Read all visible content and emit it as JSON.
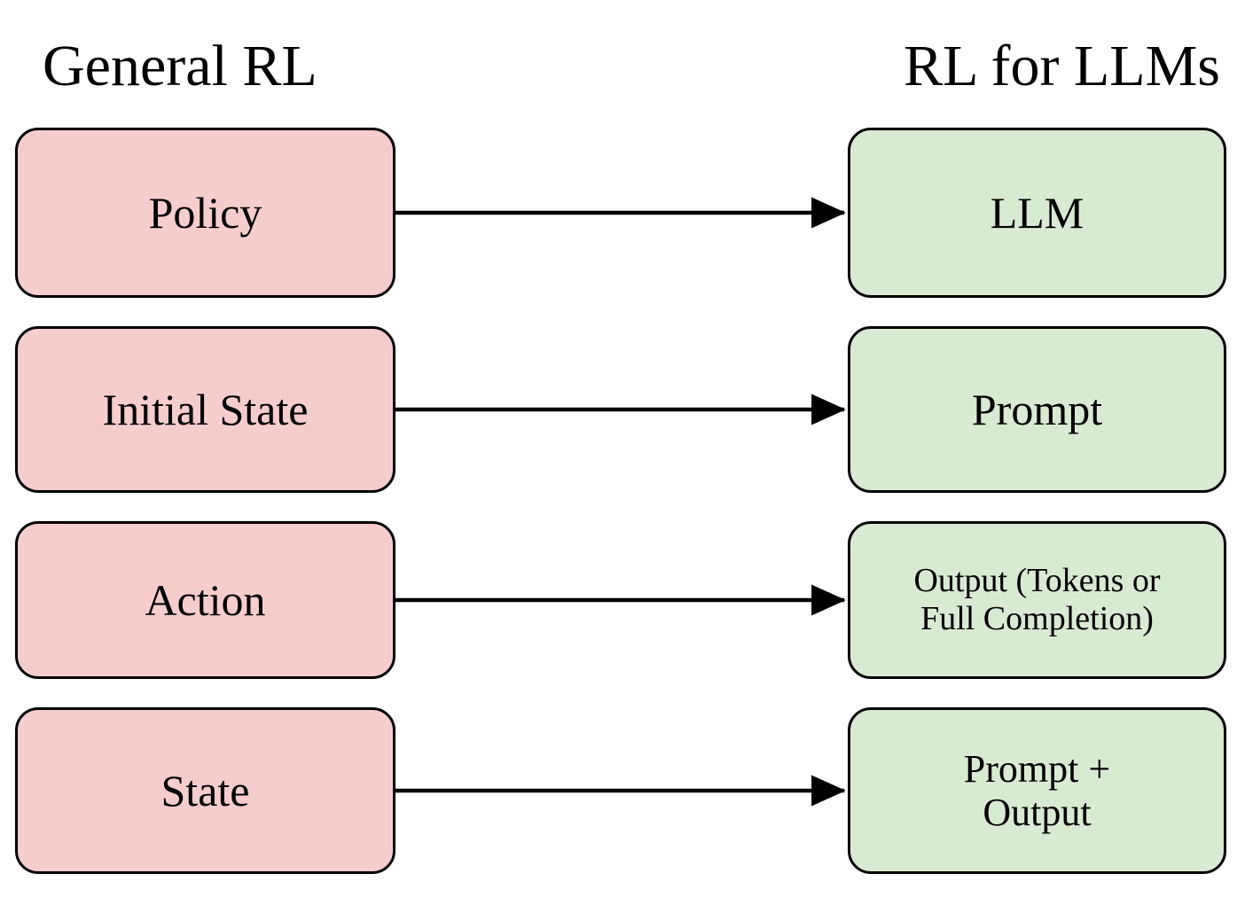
{
  "diagram": {
    "title_left": "General RL",
    "title_right": "RL for LLMs",
    "colors": {
      "left_fill": "#f6cdcd",
      "right_fill": "#d9ead3",
      "stroke": "#000000",
      "background": "#ffffff"
    },
    "rows": [
      {
        "left": {
          "label": "Policy"
        },
        "right": {
          "label": "LLM"
        },
        "arrow": {
          "from": "Policy",
          "to": "LLM"
        }
      },
      {
        "left": {
          "label": "Initial State"
        },
        "right": {
          "label": "Prompt"
        },
        "arrow": {
          "from": "Initial State",
          "to": "Prompt"
        }
      },
      {
        "left": {
          "label": "Action"
        },
        "right": {
          "label": "Output (Tokens or\nFull Completion)"
        },
        "arrow": {
          "from": "Action",
          "to": "Output (Tokens or Full Completion)"
        }
      },
      {
        "left": {
          "label": "State"
        },
        "right": {
          "label": "Prompt +\nOutput"
        },
        "arrow": {
          "from": "State",
          "to": "Prompt + Output"
        }
      }
    ]
  }
}
